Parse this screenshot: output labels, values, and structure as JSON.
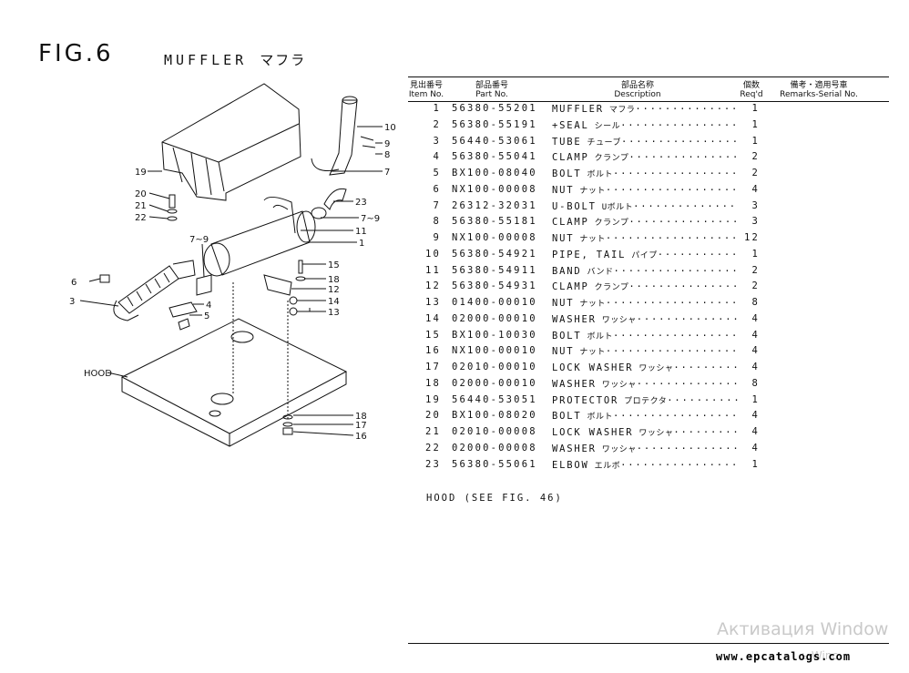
{
  "figure": {
    "title": "FIG.6",
    "subtitle": "MUFFLER",
    "subtitle_jp": "マフラ"
  },
  "table_header": {
    "item_jp": "見出番号",
    "item": "Item No.",
    "part_jp": "部品番号",
    "part": "Part No.",
    "desc_jp": "部品名称",
    "desc": "Description",
    "qty_jp": "個数",
    "qty": "Req'd",
    "remarks_jp": "備考・適用号車",
    "remarks": "Remarks-Serial No."
  },
  "parts": [
    {
      "item": "1",
      "part_no": "56380-55201",
      "desc": "MUFFLER",
      "desc_jp": "マフラ",
      "qty": "1"
    },
    {
      "item": "2",
      "part_no": "56380-55191",
      "desc": "+SEAL",
      "desc_jp": "シール",
      "qty": "1"
    },
    {
      "item": "3",
      "part_no": "56440-53061",
      "desc": "TUBE",
      "desc_jp": "チューブ",
      "qty": "1"
    },
    {
      "item": "4",
      "part_no": "56380-55041",
      "desc": "CLAMP",
      "desc_jp": "クランプ",
      "qty": "2"
    },
    {
      "item": "5",
      "part_no": "BX100-08040",
      "desc": "BOLT",
      "desc_jp": "ボルト",
      "qty": "2"
    },
    {
      "item": "6",
      "part_no": "NX100-00008",
      "desc": "NUT",
      "desc_jp": "ナット",
      "qty": "4"
    },
    {
      "item": "7",
      "part_no": "26312-32031",
      "desc": "U-BOLT",
      "desc_jp": "Uボルト",
      "qty": "3"
    },
    {
      "item": "8",
      "part_no": "56380-55181",
      "desc": "CLAMP",
      "desc_jp": "クランプ",
      "qty": "3"
    },
    {
      "item": "9",
      "part_no": "NX100-00008",
      "desc": "NUT",
      "desc_jp": "ナット",
      "qty": "12"
    },
    {
      "item": "10",
      "part_no": "56380-54921",
      "desc": "PIPE, TAIL",
      "desc_jp": "パイプ",
      "qty": "1"
    },
    {
      "item": "11",
      "part_no": "56380-54911",
      "desc": "BAND",
      "desc_jp": "バンド",
      "qty": "2"
    },
    {
      "item": "12",
      "part_no": "56380-54931",
      "desc": "CLAMP",
      "desc_jp": "クランプ",
      "qty": "2"
    },
    {
      "item": "13",
      "part_no": "01400-00010",
      "desc": "NUT",
      "desc_jp": "ナット",
      "qty": "8"
    },
    {
      "item": "14",
      "part_no": "02000-00010",
      "desc": "WASHER",
      "desc_jp": "ワッシャ",
      "qty": "4"
    },
    {
      "item": "15",
      "part_no": "BX100-10030",
      "desc": "BOLT",
      "desc_jp": "ボルト",
      "qty": "4"
    },
    {
      "item": "16",
      "part_no": "NX100-00010",
      "desc": "NUT",
      "desc_jp": "ナット",
      "qty": "4"
    },
    {
      "item": "17",
      "part_no": "02010-00010",
      "desc": "LOCK WASHER",
      "desc_jp": "ワッシャ",
      "qty": "4"
    },
    {
      "item": "18",
      "part_no": "02000-00010",
      "desc": "WASHER",
      "desc_jp": "ワッシャ",
      "qty": "8"
    },
    {
      "item": "19",
      "part_no": "56440-53051",
      "desc": "PROTECTOR",
      "desc_jp": "プロテクタ",
      "qty": "1"
    },
    {
      "item": "20",
      "part_no": "BX100-08020",
      "desc": "BOLT",
      "desc_jp": "ボルト",
      "qty": "4"
    },
    {
      "item": "21",
      "part_no": "02010-00008",
      "desc": "LOCK WASHER",
      "desc_jp": "ワッシャ",
      "qty": "4"
    },
    {
      "item": "22",
      "part_no": "02000-00008",
      "desc": "WASHER",
      "desc_jp": "ワッシャ",
      "qty": "4"
    },
    {
      "item": "23",
      "part_no": "56380-55061",
      "desc": "ELBOW",
      "desc_jp": "エルボ",
      "qty": "1"
    }
  ],
  "hood_note": "HOOD (SEE FIG. 46)",
  "diagram_labels": {
    "l1": "1",
    "l3": "3",
    "l4": "4",
    "l5": "5",
    "l6": "6",
    "l7": "7",
    "l7_9a": "7~9",
    "l7_9b": "7~9",
    "l8": "8",
    "l9": "9",
    "l10": "10",
    "l11": "11",
    "l12": "12",
    "l13": "13",
    "l14": "14",
    "l15": "15",
    "l16": "16",
    "l17": "17",
    "l18a": "18",
    "l18b": "18",
    "l19": "19",
    "l20": "20",
    "l21": "21",
    "l22": "22",
    "l23": "23",
    "hood": "HOOD"
  },
  "watermark": "Активация Window",
  "watermark2": "ь Winc",
  "site_url": "www.epcatalogs.com"
}
